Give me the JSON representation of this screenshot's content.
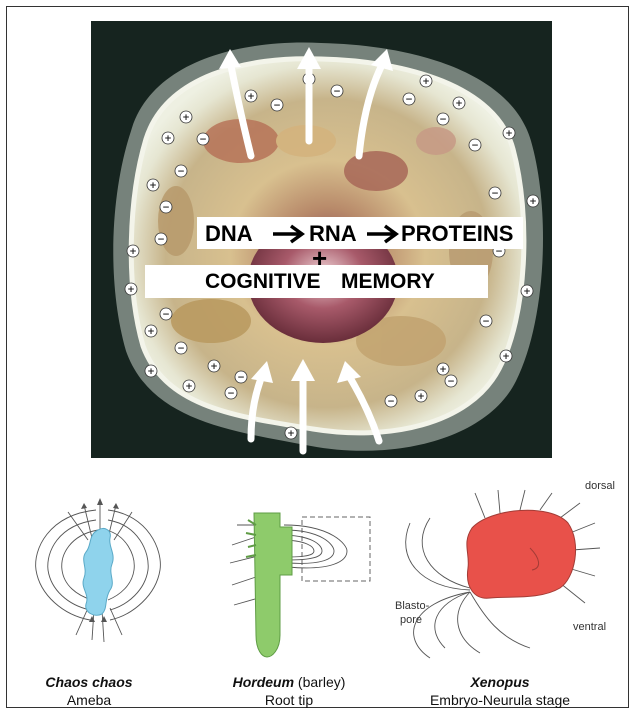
{
  "main_figure": {
    "banner_top": {
      "dna": "DNA",
      "rna": "RNA",
      "proteins": "PROTEINS"
    },
    "plus_sign": "+",
    "banner_bottom": {
      "cognitive": "COGNITIVE",
      "memory": "MEMORY"
    }
  },
  "organisms": [
    {
      "species": "Chaos chaos",
      "species_extra": "",
      "common": "Ameba",
      "fill": "#8fd3ec"
    },
    {
      "species": "Hordeum",
      "species_extra": " (barley)",
      "common": "Root tip",
      "fill": "#8ecb6b"
    },
    {
      "species": "Xenopus",
      "species_extra": "",
      "common": "Embryo-Neurula stage",
      "fill": "#e8514a"
    }
  ],
  "xenopus_labels": {
    "dorsal": "dorsal",
    "ventral": "ventral",
    "blasto": "Blasto-",
    "pore": "pore"
  },
  "colors": {
    "cell_background": "#16241f",
    "membrane": "#d9dccb",
    "cytoplasm": "#c9b48a",
    "nucleus": "#7c3a4a",
    "arrow": "#ffffff"
  }
}
